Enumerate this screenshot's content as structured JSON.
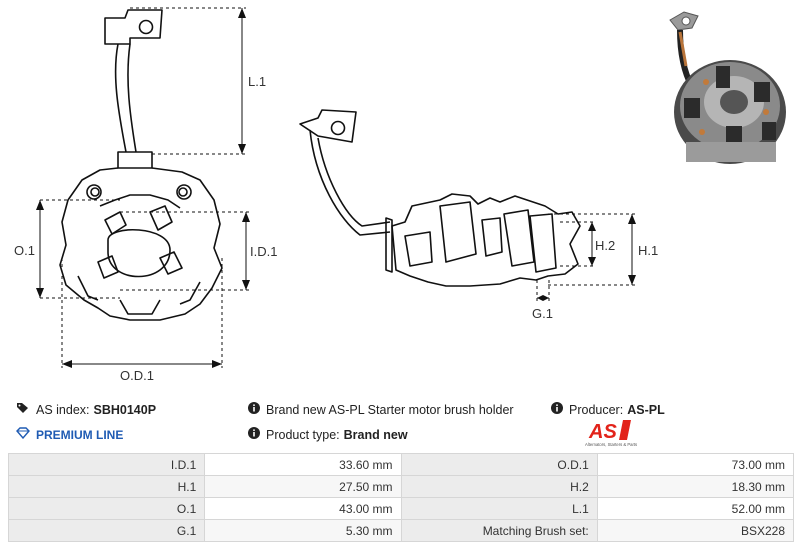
{
  "drawing": {
    "labels": {
      "L1": "L.1",
      "O1": "O.1",
      "ID1": "I.D.1",
      "OD1": "O.D.1",
      "H2": "H.2",
      "H1": "H.1",
      "G1": "G.1"
    }
  },
  "info": {
    "as_index_label": "AS index:",
    "as_index_value": "SBH0140P",
    "premium_line": "PREMIUM LINE",
    "description": "Brand new AS-PL Starter motor brush holder",
    "product_type_label": "Product type:",
    "product_type_value": "Brand new",
    "producer_label": "Producer:",
    "producer_value": "AS-PL",
    "logo_text": "AS",
    "logo_tagline": "Alternators, Starters & Parts"
  },
  "specs": [
    {
      "label_a": "I.D.1",
      "value_a": "33.60 mm",
      "label_b": "O.D.1",
      "value_b": "73.00 mm"
    },
    {
      "label_a": "H.1",
      "value_a": "27.50 mm",
      "label_b": "H.2",
      "value_b": "18.30 mm"
    },
    {
      "label_a": "O.1",
      "value_a": "43.00 mm",
      "label_b": "L.1",
      "value_b": "52.00 mm"
    },
    {
      "label_a": "G.1",
      "value_a": "5.30 mm",
      "label_b": "Matching Brush set:",
      "value_b": "BSX228"
    }
  ],
  "colors": {
    "premium": "#1f5bb3",
    "logo_red": "#e2231a",
    "table_label_bg": "#ececec",
    "border": "#d6d6d6"
  },
  "icons": [
    "tags-icon",
    "info-icon",
    "diamond-icon"
  ]
}
